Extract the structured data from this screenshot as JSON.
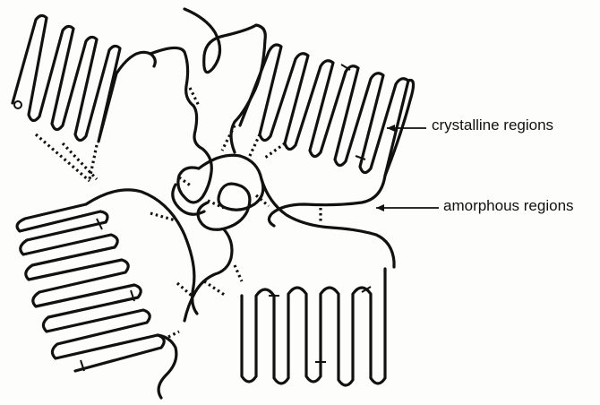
{
  "diagram": {
    "labels": {
      "crystalline": "crystalline regions",
      "amorphous": "amorphous regions"
    },
    "regions": [
      {
        "kind": "lamella",
        "name": "top-left-lamella"
      },
      {
        "kind": "lamella",
        "name": "top-right-lamella"
      },
      {
        "kind": "lamella",
        "name": "left-lamella"
      },
      {
        "kind": "lamella",
        "name": "bottom-lamella"
      },
      {
        "kind": "amorphous",
        "name": "central-tangle"
      }
    ],
    "colors": {
      "ink": "#111111",
      "paper": "#fdfdfb"
    }
  }
}
